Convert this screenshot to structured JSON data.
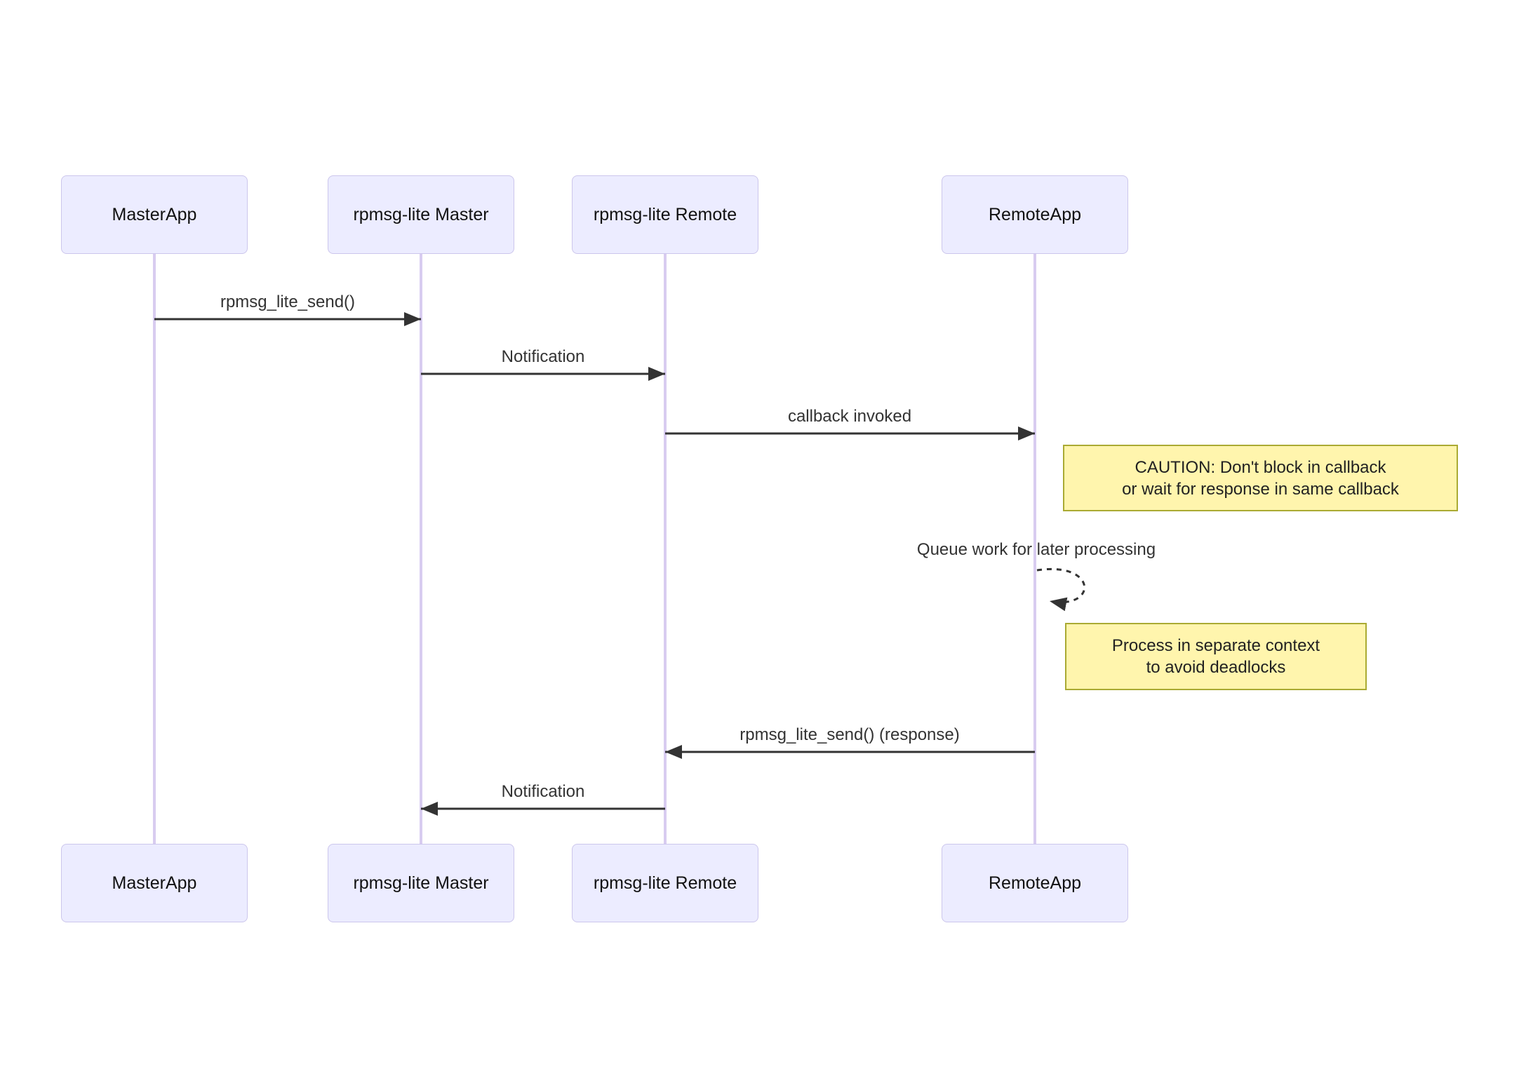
{
  "diagram": {
    "type": "sequence",
    "actors": [
      {
        "id": "masterapp",
        "label": "MasterApp"
      },
      {
        "id": "rpmsg-lite-master",
        "label": "rpmsg-lite Master"
      },
      {
        "id": "rpmsg-lite-remote",
        "label": "rpmsg-lite Remote"
      },
      {
        "id": "remoteapp",
        "label": "RemoteApp"
      }
    ],
    "messages": [
      {
        "from": "MasterApp",
        "to": "rpmsg-lite Master",
        "label": "rpmsg_lite_send()",
        "line": "solid",
        "direction": "right"
      },
      {
        "from": "rpmsg-lite Master",
        "to": "rpmsg-lite Remote",
        "label": "Notification",
        "line": "solid",
        "direction": "right"
      },
      {
        "from": "rpmsg-lite Remote",
        "to": "RemoteApp",
        "label": "callback invoked",
        "line": "solid",
        "direction": "right"
      },
      {
        "from": "RemoteApp",
        "to": "RemoteApp",
        "label": "Queue work for later processing",
        "line": "dashed",
        "direction": "self"
      },
      {
        "from": "RemoteApp",
        "to": "rpmsg-lite Remote",
        "label": "rpmsg_lite_send() (response)",
        "line": "solid",
        "direction": "left"
      },
      {
        "from": "rpmsg-lite Remote",
        "to": "rpmsg-lite Master",
        "label": "Notification",
        "line": "solid",
        "direction": "left"
      }
    ],
    "notes": [
      {
        "anchor": "RemoteApp",
        "text": "CAUTION: Don't block in callback\nor wait for response in same callback"
      },
      {
        "anchor": "RemoteApp",
        "text": "Process in separate context\nto avoid deadlocks"
      }
    ],
    "colors": {
      "actor_fill": "#ECECFF",
      "actor_border": "#CCC6EC",
      "lifeline": "#D8CCF0",
      "arrow": "#333333",
      "note_fill": "#FFF5AD",
      "note_border": "#AAAA33",
      "message_text": "#333333"
    }
  }
}
